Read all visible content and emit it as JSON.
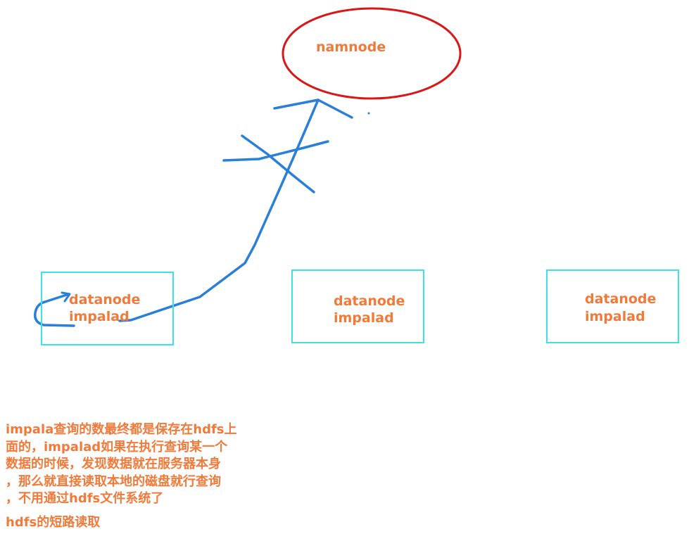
{
  "namenode": {
    "label": "namnode"
  },
  "nodes": [
    {
      "line1": "datanode",
      "line2": "impalad"
    },
    {
      "line1": "datanode",
      "line2": "impalad"
    },
    {
      "line1": "datanode",
      "line2": "impalad"
    }
  ],
  "note": {
    "lines": [
      "impala查询的数最终都是保存在hdfs上",
      "面的，impalad如果在执行查询某一个",
      "数据的时候，发现数据就在服务器本身",
      "，那么就直接读取本地的磁盘就行查询",
      "，不用通过hdfs文件系统了"
    ],
    "caption": "hdfs的短路读取"
  },
  "colors": {
    "text": "#f07a3a",
    "ellipse": "#d81818",
    "box": "#3fe0ee",
    "stroke": "#2a7fd8"
  }
}
